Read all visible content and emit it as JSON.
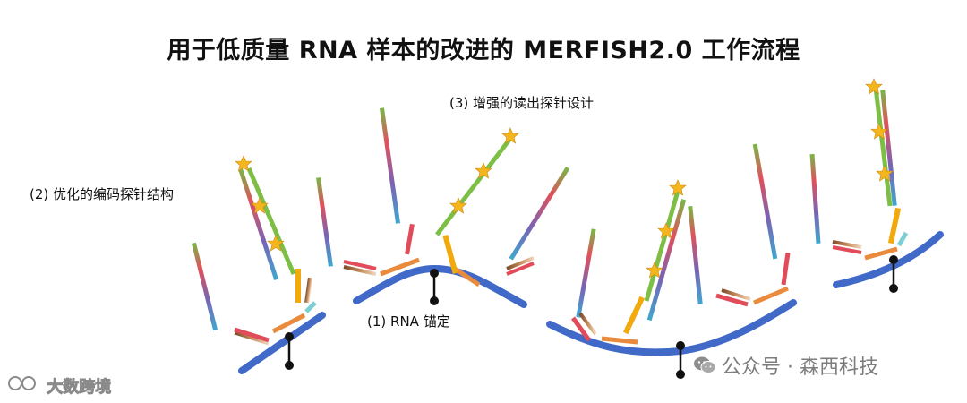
{
  "title": "用于低质量 RNA 样本的改进的 MERFISH2.0 工作流程",
  "labels": {
    "step1": "(1) RNA 锚定",
    "step2": "(2) 优化的编码探针结构",
    "step3": "(3) 增强的读出探针设计"
  },
  "watermarks": {
    "left": "大数跨境",
    "right": "公众号 · 森西科技"
  },
  "colors": {
    "rna_strand": "#4169C8",
    "anchor": "#111111",
    "readout_probe": "#7DBE45",
    "fluorophore": "#F5B51C",
    "adapter": "#F2A90D",
    "encoding_target": "#E14B5A",
    "encoding_linker": "#EA8A3C"
  },
  "icons": {
    "fluorophore": "star-icon",
    "anchor": "anchor-pin-icon",
    "wechat": "wechat-icon"
  }
}
